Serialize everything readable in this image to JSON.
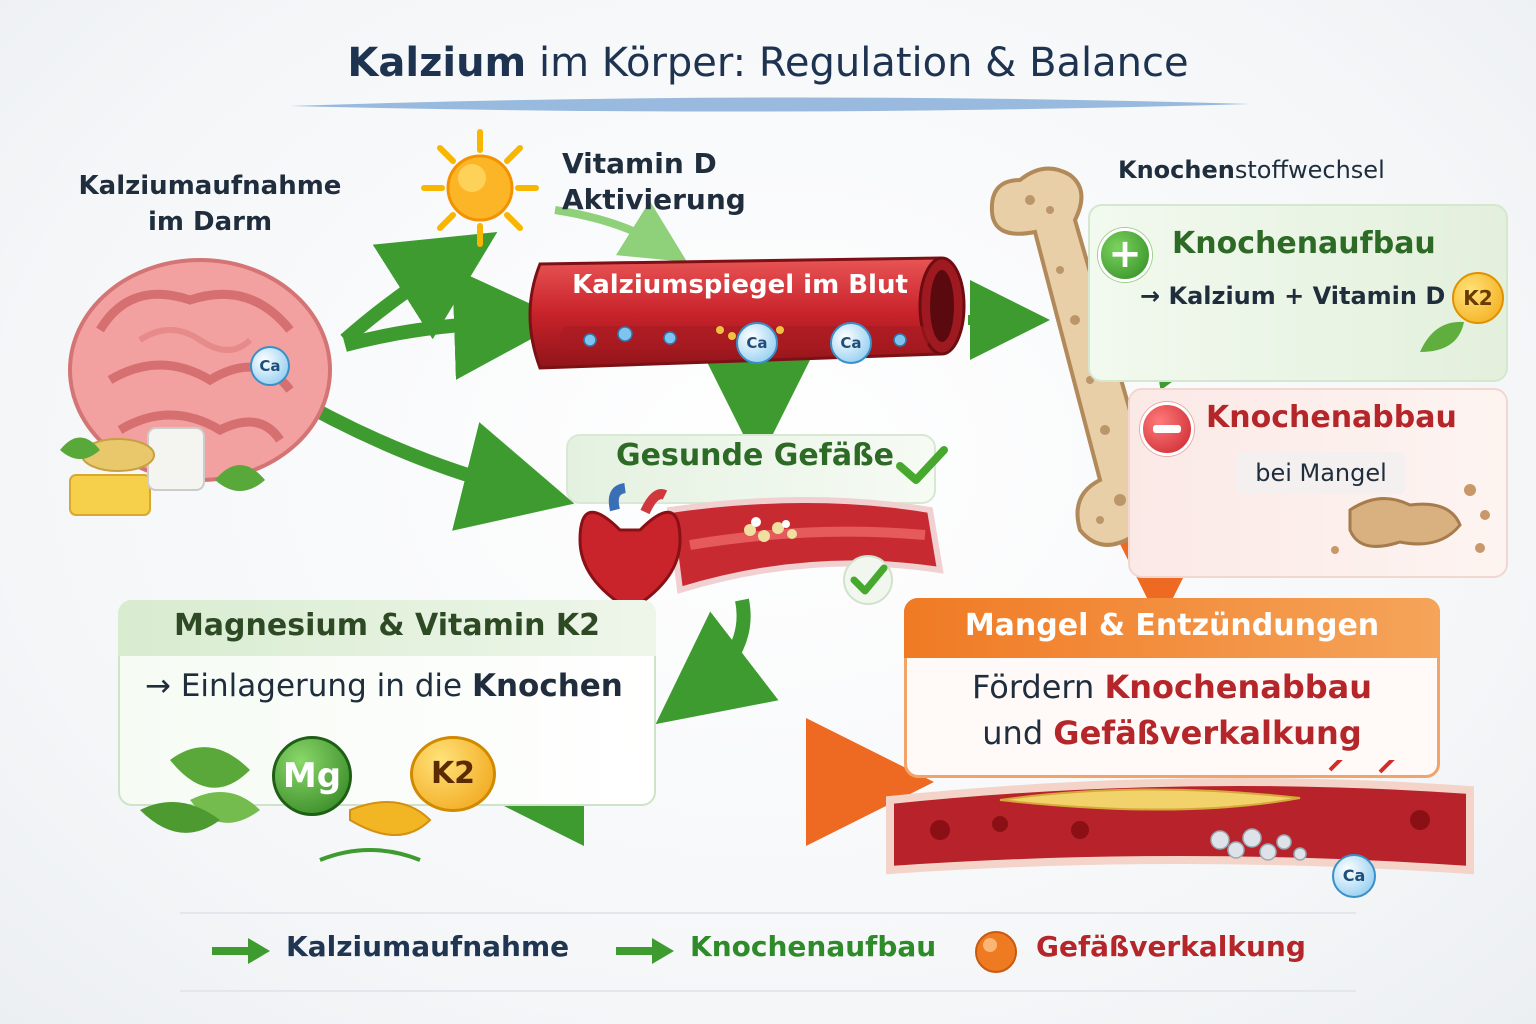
{
  "title": {
    "bold": "Kalzium",
    "rest": " im Körper: Regulation & Balance"
  },
  "intestine": {
    "label_line1": "Kalziumaufnahme",
    "label_line2": "im Darm",
    "ion": "Ca"
  },
  "vitamin_d": {
    "line1": "Vitamin D",
    "line2": "Aktivierung"
  },
  "blood": {
    "label": "Kalziumspiegel im Blut",
    "ions": [
      "Ca",
      "Ca"
    ]
  },
  "vessels": {
    "label": "Gesunde Gefäße"
  },
  "bone": {
    "header_bold": "Knochen",
    "header_rest": "stoffwechsel",
    "build": {
      "title": "Knochenaufbau",
      "formula": "→ Kalzium + Vitamin D +",
      "badge": "K2"
    },
    "breakdown": {
      "title": "Knochenabbau",
      "note": "bei Mangel"
    }
  },
  "magnesium": {
    "title": "Magnesium & Vitamin K2",
    "line_prefix": "→ Einlagerung in die ",
    "line_bold": "Knochen",
    "mg": "Mg",
    "k2": "K2"
  },
  "inflammation": {
    "title": "Mangel & Entzündungen",
    "line1_plain": "Fördern ",
    "line1_bold": "Knochenabbau",
    "line2_plain": "und ",
    "line2_bold": "Gefäßverkalkung",
    "ion": "Ca"
  },
  "legend": {
    "items": [
      {
        "label": "Kalziumaufnahme",
        "color": "#1f3552"
      },
      {
        "label": "Knochenaufbau",
        "color": "#2f8a2a"
      },
      {
        "label": "Gefäßverkalkung",
        "color": "#b5262a"
      }
    ]
  },
  "colors": {
    "green": "#3e9b2f",
    "red": "#c8242c",
    "orange": "#ee7a22",
    "navy": "#1e3350"
  }
}
